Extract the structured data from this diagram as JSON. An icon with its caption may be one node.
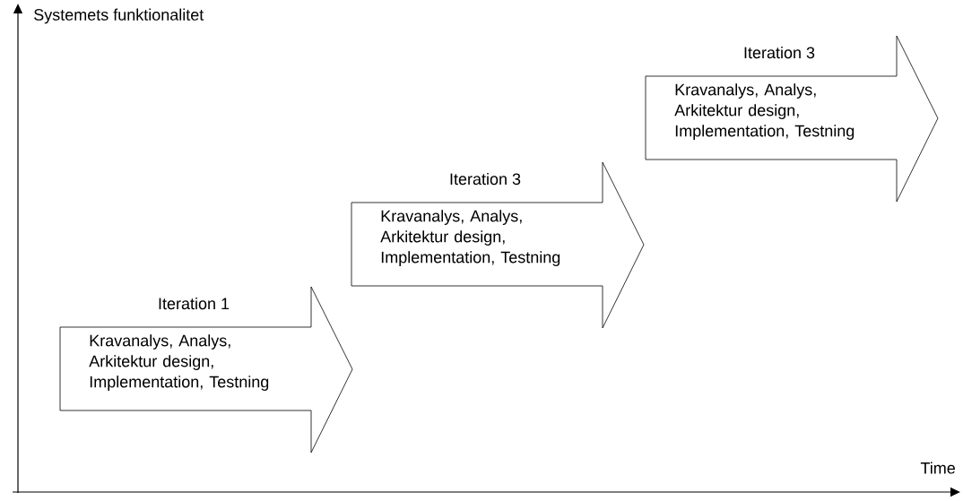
{
  "diagram": {
    "nodes": [
      {
        "text": [
          "Iteration 1",
          "Kravanalys, Analys, Arkitektur design, Implementation, Testning"
        ]
      },
      {
        "text": [
          "Iteration 3",
          "Kravanalys, Analys, Arkitektur design, Implementation, Testning"
        ]
      },
      {
        "text": [
          "Iteration 3",
          "Kravanalys, Analys, Arkitektur design, Implementation, Testning"
        ]
      }
    ],
    "labels": [
      "Systemets funktionalitet",
      "Time"
    ]
  }
}
